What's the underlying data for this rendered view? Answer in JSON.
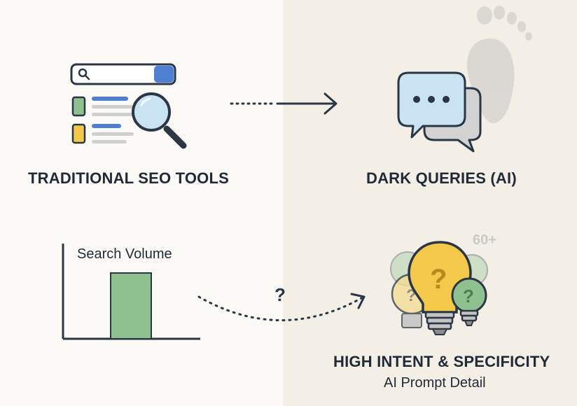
{
  "left_panel": {
    "title": "TRADITIONAL SEO TOOLS",
    "chart_label": "Search Volume",
    "question_mark": "?"
  },
  "right_panel": {
    "title": "DARK QUERIES (AI)",
    "count_badge": "60+",
    "bottom_title": "HIGH INTENT & SPECIFICITY",
    "bottom_subtitle": "AI Prompt Detail"
  },
  "colors": {
    "ink": "#2a3644",
    "accent_blue": "#4f7fd1",
    "green_fill": "#8fc08f",
    "yellow_fill": "#f4c84a",
    "light_blue": "#c9e3f2",
    "bg_left": "#fbfaf7",
    "bg_right": "#f3efe6"
  },
  "icons": [
    "search-results-icon",
    "magnifier-icon",
    "chat-bubbles-icon",
    "footprint-icon",
    "lightbulbs-icon"
  ]
}
